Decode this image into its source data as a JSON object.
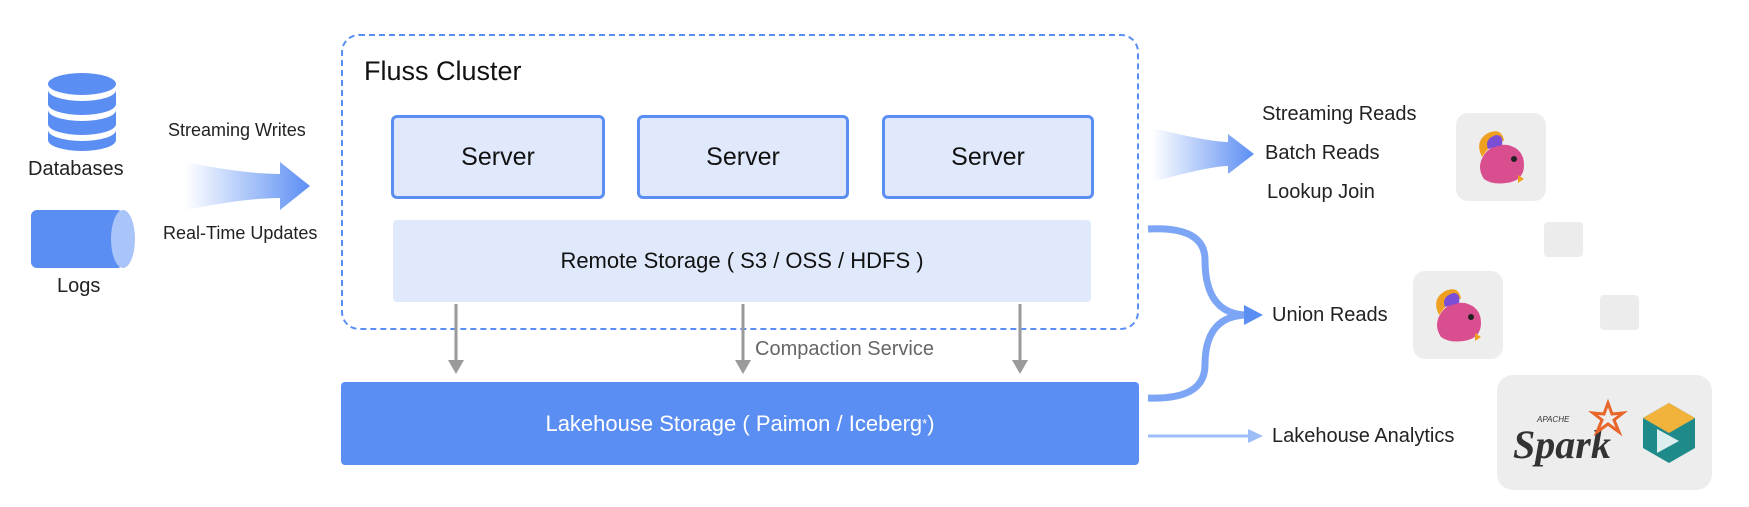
{
  "sources": {
    "databases_label": "Databases",
    "logs_label": "Logs",
    "streaming_writes": "Streaming Writes",
    "realtime_updates": "Real-Time Updates"
  },
  "cluster": {
    "title": "Fluss Cluster",
    "servers": [
      "Server",
      "Server",
      "Server"
    ],
    "remote_storage": "Remote Storage ( S3 / OSS / HDFS )"
  },
  "compaction": "Compaction Service",
  "lakehouse": {
    "label": "Lakehouse Storage  ( Paimon / Iceberg",
    "footnote_mark": "*",
    "suffix": ")"
  },
  "outputs": {
    "streaming_reads": "Streaming Reads",
    "batch_reads": "Batch Reads",
    "lookup_join": "Lookup Join",
    "union_reads": "Union Reads",
    "lakehouse_analytics": "Lakehouse Analytics"
  },
  "logos": {
    "flink_logo": "flink-squirrel-logo",
    "spark_logo": "Spark",
    "spark_small": "APACHE",
    "other_logo": "starrocks-logo"
  },
  "colors": {
    "accent": "#5b8ef3",
    "light_fill": "#dfe9fb",
    "gray_arrow": "#9a9a9a"
  }
}
